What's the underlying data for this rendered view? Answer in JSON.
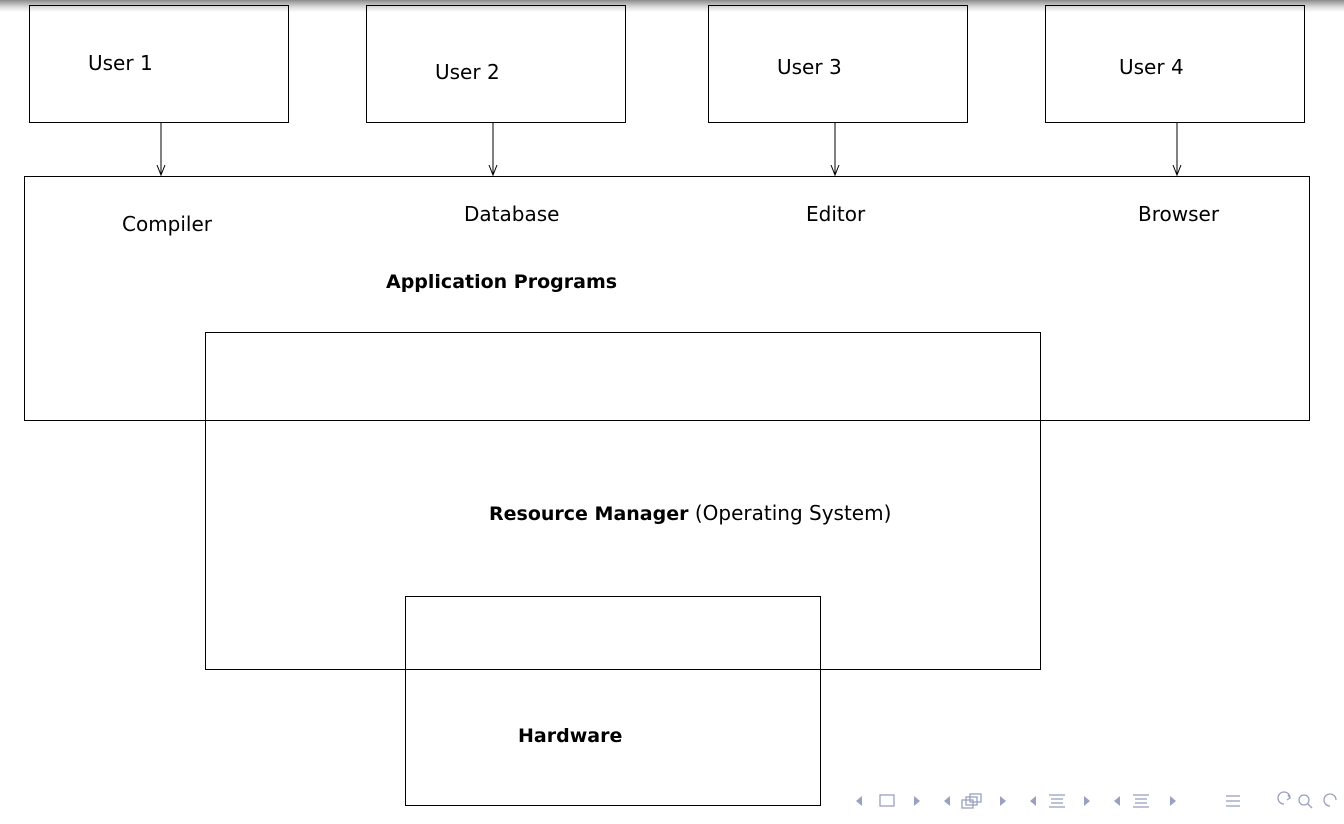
{
  "users": [
    {
      "label": "User 1"
    },
    {
      "label": "User 2"
    },
    {
      "label": "User 3"
    },
    {
      "label": "User 4"
    }
  ],
  "applications": {
    "items": [
      "Compiler",
      "Database",
      "Editor",
      "Browser"
    ],
    "title": "Application Programs"
  },
  "os": {
    "title_bold": "Resource Manager",
    "title_rest": "(Operating System)"
  },
  "hardware": {
    "title": "Hardware"
  },
  "nav_icons": [
    "frame-prev-icon",
    "frame-icon",
    "frame-next-icon",
    "subsection-prev-icon",
    "subsection-icon",
    "subsection-next-icon",
    "section-prev-icon",
    "section-icon",
    "section-next-icon",
    "align-icon",
    "search-loop-icon"
  ]
}
